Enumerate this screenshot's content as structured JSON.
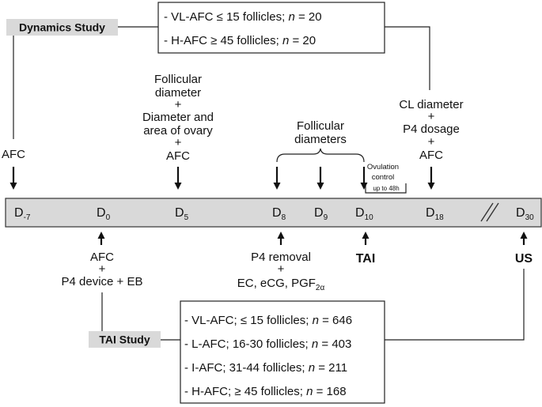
{
  "dynamics_study": {
    "label": "Dynamics Study",
    "groups": [
      {
        "prefix": "- VL-AFC ≤ 15 follicles; ",
        "n_label": "n",
        "n_value": " = 20"
      },
      {
        "prefix": "- H-AFC ≥ 45 follicles; ",
        "n_label": "n",
        "n_value": " = 20"
      }
    ]
  },
  "tai_study": {
    "label": "TAI Study",
    "groups": [
      {
        "prefix": "- VL-AFC; ≤ 15 follicles; ",
        "n_label": "n",
        "n_value": " = 646"
      },
      {
        "prefix": "- L-AFC; 16-30 follicles; ",
        "n_label": "n",
        "n_value": " = 403"
      },
      {
        "prefix": "- I-AFC; 31-44 follicles; ",
        "n_label": "n",
        "n_value": " = 211"
      },
      {
        "prefix": "- H-AFC; ≥ 45 follicles; ",
        "n_label": "n",
        "n_value": " = 168"
      }
    ]
  },
  "timeline": {
    "days": [
      {
        "main": "D",
        "sub": "-7"
      },
      {
        "main": "D",
        "sub": "0"
      },
      {
        "main": "D",
        "sub": "5"
      },
      {
        "main": "D",
        "sub": "8"
      },
      {
        "main": "D",
        "sub": "9"
      },
      {
        "main": "D",
        "sub": "10"
      },
      {
        "main": "D",
        "sub": "18"
      },
      {
        "main": "D",
        "sub": "30"
      }
    ],
    "break_mark": "//"
  },
  "above": {
    "dm7": "AFC",
    "d5": [
      "Follicular",
      "diameter",
      "+",
      "Diameter and",
      "area of ovary",
      "+",
      "AFC"
    ],
    "follicular_diameters": [
      "Follicular",
      "diameters"
    ],
    "ovulation_control": [
      "Ovulation",
      "control"
    ],
    "up_to": "up to 48h",
    "d18": [
      "CL diameter",
      "+",
      "P4 dosage",
      "+",
      "AFC"
    ]
  },
  "below": {
    "d0": [
      "AFC",
      "+",
      "P4 device + EB"
    ],
    "d8_line1": "P4 removal",
    "d8_plus": "+",
    "d8_line3_main": "EC, eCG, PGF",
    "d8_line3_sub": "2α",
    "d10": "TAI",
    "d30": "US"
  }
}
